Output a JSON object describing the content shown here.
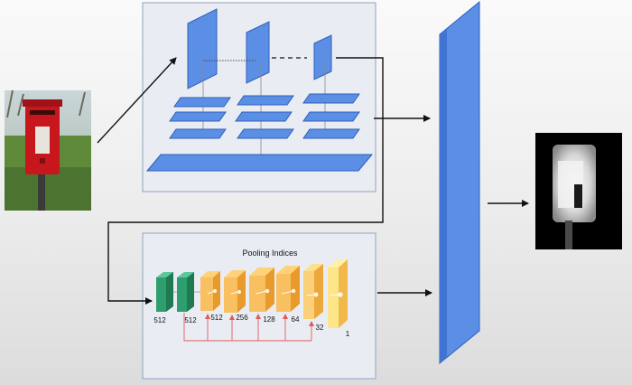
{
  "decoder": {
    "pooling_label": "Pooling Indices",
    "channel_labels": [
      "512",
      "512",
      "512",
      "256",
      "128",
      "64",
      "32",
      "1"
    ]
  },
  "input_image": {
    "subject": "red post box in a field"
  },
  "output_image": {
    "subject": "grayscale saliency mask"
  },
  "colors": {
    "plane_blue": "#5b8fe6",
    "plane_blue_dark": "#2f5fb8",
    "encoder_green": "#2e9e6e",
    "decoder_orange": "#f5b04a",
    "decoder_yellow": "#fde58a",
    "skip_red": "#e05a5a",
    "panel_border": "#8fa3c2"
  }
}
